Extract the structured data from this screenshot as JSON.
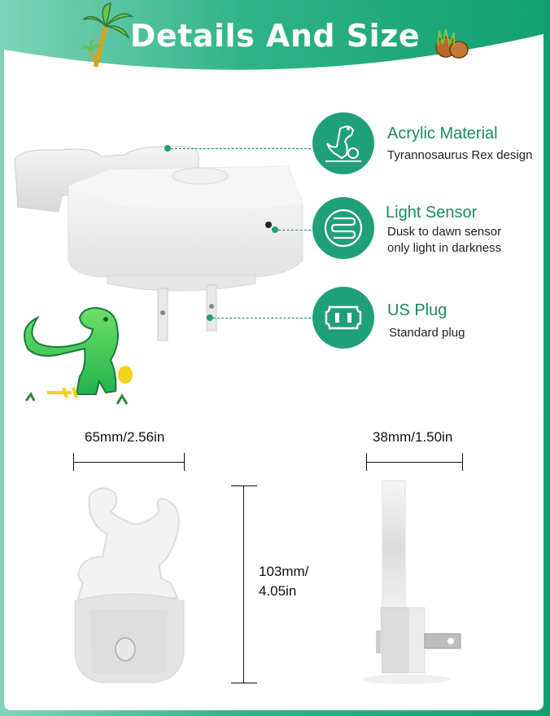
{
  "header": {
    "title": "Details And Size"
  },
  "colors": {
    "primary": "#1fa078",
    "text_green": "#1a8a64",
    "banner_left": "#7fd3b8",
    "banner_right": "#12a070"
  },
  "features": [
    {
      "icon": "dinosaur-icon",
      "title": "Acrylic Material",
      "desc": [
        "Tyrannosaurus Rex design"
      ]
    },
    {
      "icon": "light-sensor-icon",
      "title": "Light Sensor",
      "desc": [
        "Dusk to dawn sensor",
        "only light in darkness"
      ]
    },
    {
      "icon": "us-plug-icon",
      "title": "US Plug",
      "desc": [
        "Standard plug"
      ]
    }
  ],
  "dimensions": {
    "width": "65mm/2.56in",
    "depth": "38mm/1.50in",
    "height_line1": "103mm/",
    "height_line2": "4.05in"
  }
}
